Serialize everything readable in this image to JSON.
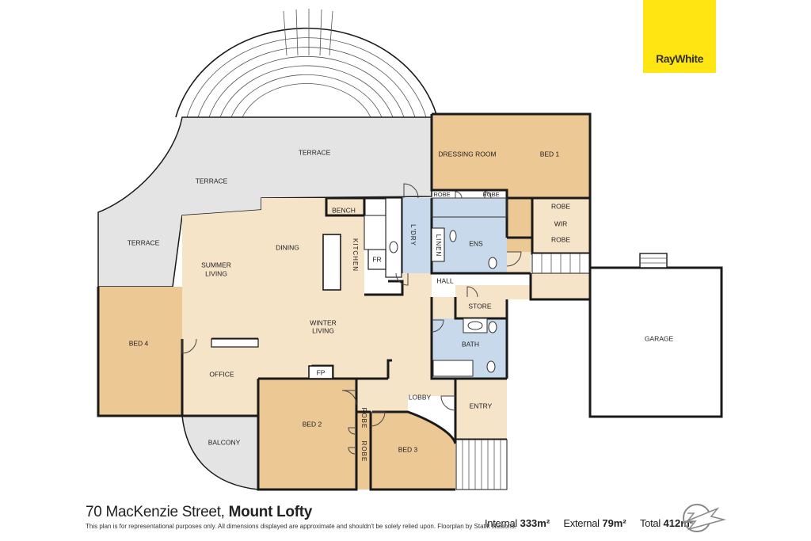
{
  "brand": {
    "name": "RayWhite",
    "color": "#ffe512"
  },
  "address": {
    "street": "70 MacKenzie Street,",
    "suburb": "Mount Lofty"
  },
  "disclaimer": "This plan is for representational purposes only. All dimensions displayed are approximate and shouldn't be solely relied upon. Floorplan by Statik Illusions.",
  "areas": [
    {
      "label": "Internal",
      "value": "333m²"
    },
    {
      "label": "External",
      "value": "79m²"
    },
    {
      "label": "Total",
      "value": "412m²"
    }
  ],
  "rooms": {
    "terrace_top": "TERRACE",
    "terrace_mid": "TERRACE",
    "terrace_left": "TERRACE",
    "dressing_room": "DRESSING ROOM",
    "bed1": "BED 1",
    "robe_a": "ROBE",
    "robe_b": "ROBE",
    "robe_c": "ROBE",
    "wir": "WIR",
    "robe_d": "ROBE",
    "bench": "BENCH",
    "kitchen": "KITCHEN",
    "fr": "FR",
    "laundry": "L'DRY",
    "linen": "LINEN",
    "ens": "ENS",
    "dining": "DINING",
    "summer_living_1": "SUMMER",
    "summer_living_2": "LIVING",
    "hall": "HALL",
    "store": "STORE",
    "winter_living_1": "WINTER",
    "winter_living_2": "LIVING",
    "bath": "BATH",
    "bed4": "BED 4",
    "office": "OFFICE",
    "fp": "FP",
    "lobby": "LOBBY",
    "entry": "ENTRY",
    "garage": "GARAGE",
    "bed2": "BED 2",
    "robe_e": "ROBE",
    "robe_f": "ROBE",
    "bed3": "BED 3",
    "balcony": "BALCONY"
  },
  "colors": {
    "living": "#f6e4c8",
    "bedroom": "#ecc895",
    "wet": "#c7d9ea",
    "outdoor": "#e4e4e4",
    "wall": "#1a1a1a"
  }
}
